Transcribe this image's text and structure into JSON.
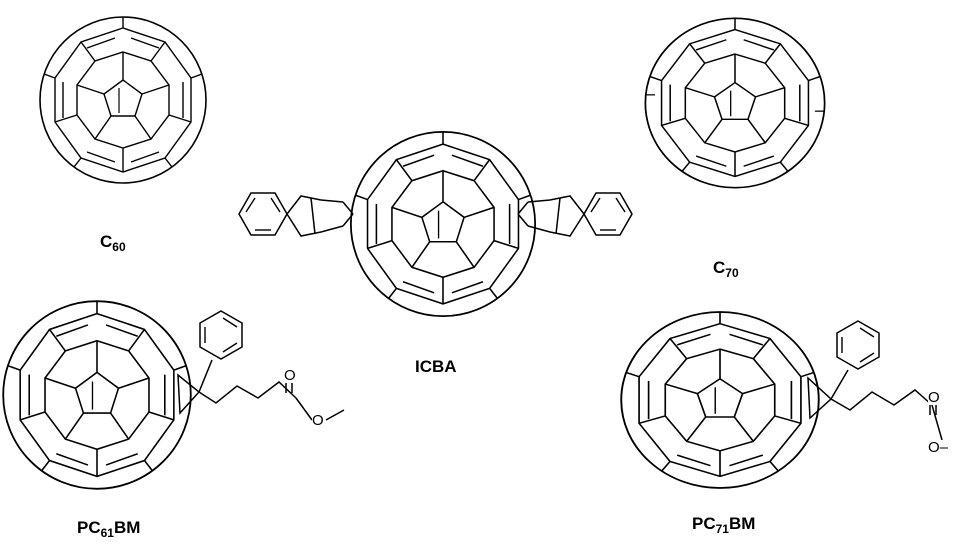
{
  "molecules": [
    {
      "id": "c60",
      "prefix": "C",
      "sub": "60",
      "suffix": ""
    },
    {
      "id": "icba",
      "prefix": "ICBA",
      "sub": "",
      "suffix": ""
    },
    {
      "id": "c70",
      "prefix": "C",
      "sub": "70",
      "suffix": ""
    },
    {
      "id": "pc61bm",
      "prefix": "PC",
      "sub": "61",
      "suffix": "BM"
    },
    {
      "id": "pc71bm",
      "prefix": "PC",
      "sub": "71",
      "suffix": "BM"
    }
  ],
  "atoms": {
    "pc61bm_carbonyl_o": "O",
    "pc61bm_ester_o": "O",
    "pc71bm_carbonyl_o": "O",
    "pc71bm_ester_o": "O–"
  },
  "colors": {
    "ink": "#000000",
    "background": "#ffffff"
  }
}
